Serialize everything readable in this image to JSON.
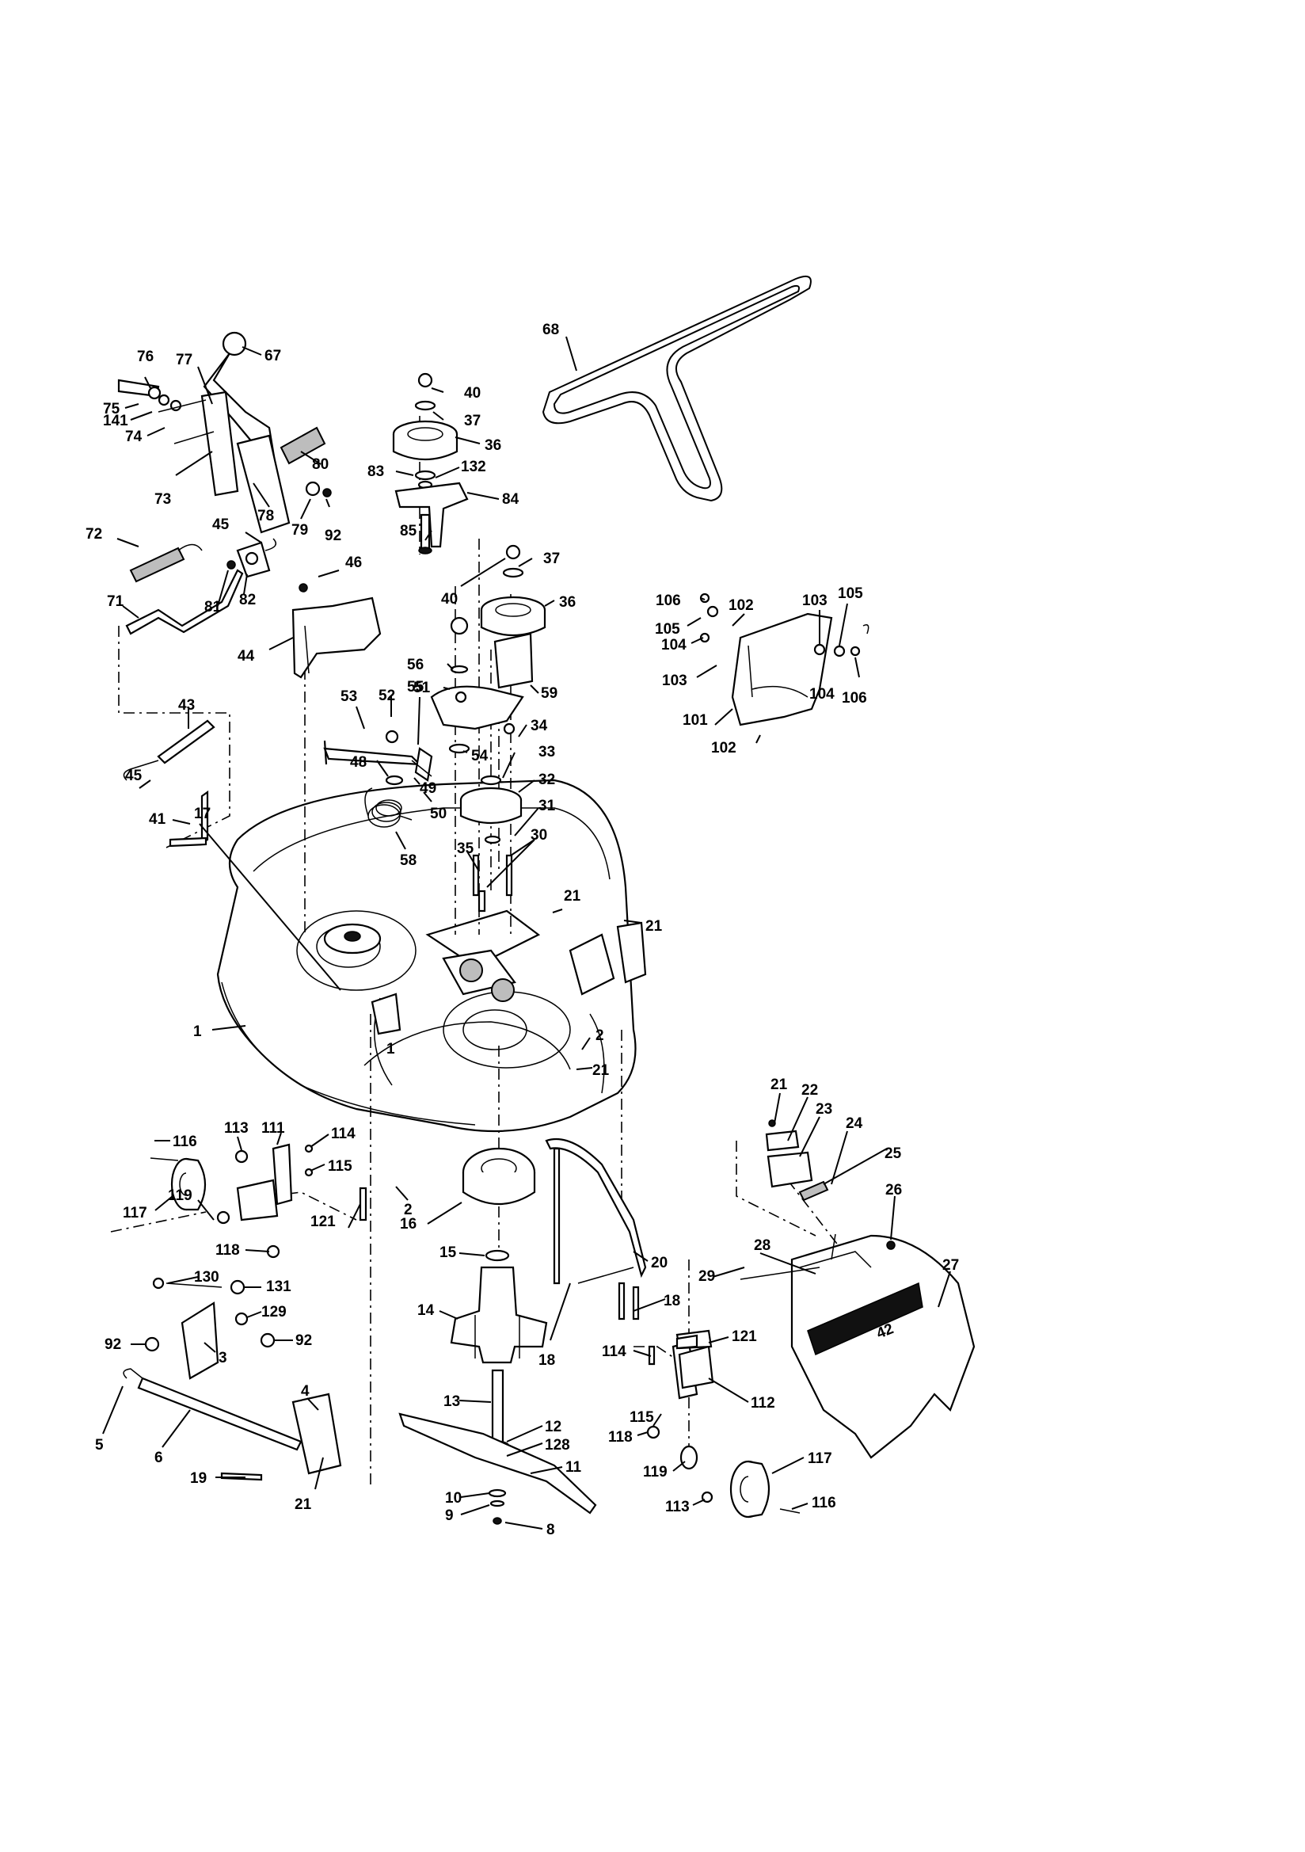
{
  "diagram": {
    "labels": [
      {
        "id": "76",
        "text": "76"
      },
      {
        "id": "77",
        "text": "77"
      },
      {
        "id": "67",
        "text": "67"
      },
      {
        "id": "75",
        "text": "75"
      },
      {
        "id": "141",
        "text": "141"
      },
      {
        "id": "74",
        "text": "74"
      },
      {
        "id": "80",
        "text": "80"
      },
      {
        "id": "73",
        "text": "73"
      },
      {
        "id": "78",
        "text": "78"
      },
      {
        "id": "79",
        "text": "79"
      },
      {
        "id": "92a",
        "text": "92"
      },
      {
        "id": "45a",
        "text": "45"
      },
      {
        "id": "72",
        "text": "72"
      },
      {
        "id": "81",
        "text": "81"
      },
      {
        "id": "82",
        "text": "82"
      },
      {
        "id": "46",
        "text": "46"
      },
      {
        "id": "71",
        "text": "71"
      },
      {
        "id": "44",
        "text": "44"
      },
      {
        "id": "43",
        "text": "43"
      },
      {
        "id": "45b",
        "text": "45"
      },
      {
        "id": "41",
        "text": "41"
      },
      {
        "id": "40a",
        "text": "40"
      },
      {
        "id": "37a",
        "text": "37"
      },
      {
        "id": "36a",
        "text": "36"
      },
      {
        "id": "83",
        "text": "83"
      },
      {
        "id": "132",
        "text": "132"
      },
      {
        "id": "84",
        "text": "84"
      },
      {
        "id": "85",
        "text": "85"
      },
      {
        "id": "68",
        "text": "68"
      },
      {
        "id": "37b",
        "text": "37"
      },
      {
        "id": "40b",
        "text": "40"
      },
      {
        "id": "36b",
        "text": "36"
      },
      {
        "id": "56",
        "text": "56"
      },
      {
        "id": "55",
        "text": "55"
      },
      {
        "id": "59",
        "text": "59"
      },
      {
        "id": "53",
        "text": "53"
      },
      {
        "id": "52",
        "text": "52"
      },
      {
        "id": "51",
        "text": "51"
      },
      {
        "id": "34",
        "text": "34"
      },
      {
        "id": "48",
        "text": "48"
      },
      {
        "id": "54",
        "text": "54"
      },
      {
        "id": "33",
        "text": "33"
      },
      {
        "id": "49",
        "text": "49"
      },
      {
        "id": "32",
        "text": "32"
      },
      {
        "id": "50",
        "text": "50"
      },
      {
        "id": "31",
        "text": "31"
      },
      {
        "id": "58",
        "text": "58"
      },
      {
        "id": "35",
        "text": "35"
      },
      {
        "id": "30",
        "text": "30"
      },
      {
        "id": "106a",
        "text": "106"
      },
      {
        "id": "102a",
        "text": "102"
      },
      {
        "id": "103a",
        "text": "103"
      },
      {
        "id": "105a",
        "text": "105"
      },
      {
        "id": "105b",
        "text": "105"
      },
      {
        "id": "104a",
        "text": "104"
      },
      {
        "id": "103b",
        "text": "103"
      },
      {
        "id": "101",
        "text": "101"
      },
      {
        "id": "104b",
        "text": "104"
      },
      {
        "id": "106b",
        "text": "106"
      },
      {
        "id": "102b",
        "text": "102"
      },
      {
        "id": "17",
        "text": "17"
      },
      {
        "id": "21a",
        "text": "21"
      },
      {
        "id": "21b",
        "text": "21"
      },
      {
        "id": "1",
        "text": "1"
      },
      {
        "id": "2a",
        "text": "2"
      },
      {
        "id": "21c",
        "text": "21"
      },
      {
        "id": "116a",
        "text": "116"
      },
      {
        "id": "113a",
        "text": "113"
      },
      {
        "id": "111",
        "text": "111"
      },
      {
        "id": "114a",
        "text": "114"
      },
      {
        "id": "115a",
        "text": "115"
      },
      {
        "id": "117a",
        "text": "117"
      },
      {
        "id": "119a",
        "text": "119"
      },
      {
        "id": "121a",
        "text": "121"
      },
      {
        "id": "118a",
        "text": "118"
      },
      {
        "id": "2b",
        "text": "2"
      },
      {
        "id": "16",
        "text": "16"
      },
      {
        "id": "15",
        "text": "15"
      },
      {
        "id": "130",
        "text": "130"
      },
      {
        "id": "131",
        "text": "131"
      },
      {
        "id": "129",
        "text": "129"
      },
      {
        "id": "92b",
        "text": "92"
      },
      {
        "id": "92c",
        "text": "92"
      },
      {
        "id": "3",
        "text": "3"
      },
      {
        "id": "14",
        "text": "14"
      },
      {
        "id": "20",
        "text": "20"
      },
      {
        "id": "18a",
        "text": "18"
      },
      {
        "id": "18b",
        "text": "18"
      },
      {
        "id": "21d",
        "text": "21"
      },
      {
        "id": "22",
        "text": "22"
      },
      {
        "id": "23",
        "text": "23"
      },
      {
        "id": "24",
        "text": "24"
      },
      {
        "id": "25",
        "text": "25"
      },
      {
        "id": "26",
        "text": "26"
      },
      {
        "id": "28",
        "text": "28"
      },
      {
        "id": "27",
        "text": "27"
      },
      {
        "id": "29",
        "text": "29"
      },
      {
        "id": "114b",
        "text": "114"
      },
      {
        "id": "121b",
        "text": "121"
      },
      {
        "id": "4",
        "text": "4"
      },
      {
        "id": "5",
        "text": "5"
      },
      {
        "id": "6",
        "text": "6"
      },
      {
        "id": "13",
        "text": "13"
      },
      {
        "id": "12",
        "text": "12"
      },
      {
        "id": "128",
        "text": "128"
      },
      {
        "id": "11",
        "text": "11"
      },
      {
        "id": "115b",
        "text": "115"
      },
      {
        "id": "112",
        "text": "112"
      },
      {
        "id": "118b",
        "text": "118"
      },
      {
        "id": "19",
        "text": "19"
      },
      {
        "id": "21e",
        "text": "21"
      },
      {
        "id": "10",
        "text": "10"
      },
      {
        "id": "9",
        "text": "9"
      },
      {
        "id": "8",
        "text": "8"
      },
      {
        "id": "119b",
        "text": "119"
      },
      {
        "id": "117b",
        "text": "117"
      },
      {
        "id": "113b",
        "text": "113"
      },
      {
        "id": "116b",
        "text": "116"
      }
    ],
    "deck_mark": "1",
    "shield_mark": "42"
  }
}
